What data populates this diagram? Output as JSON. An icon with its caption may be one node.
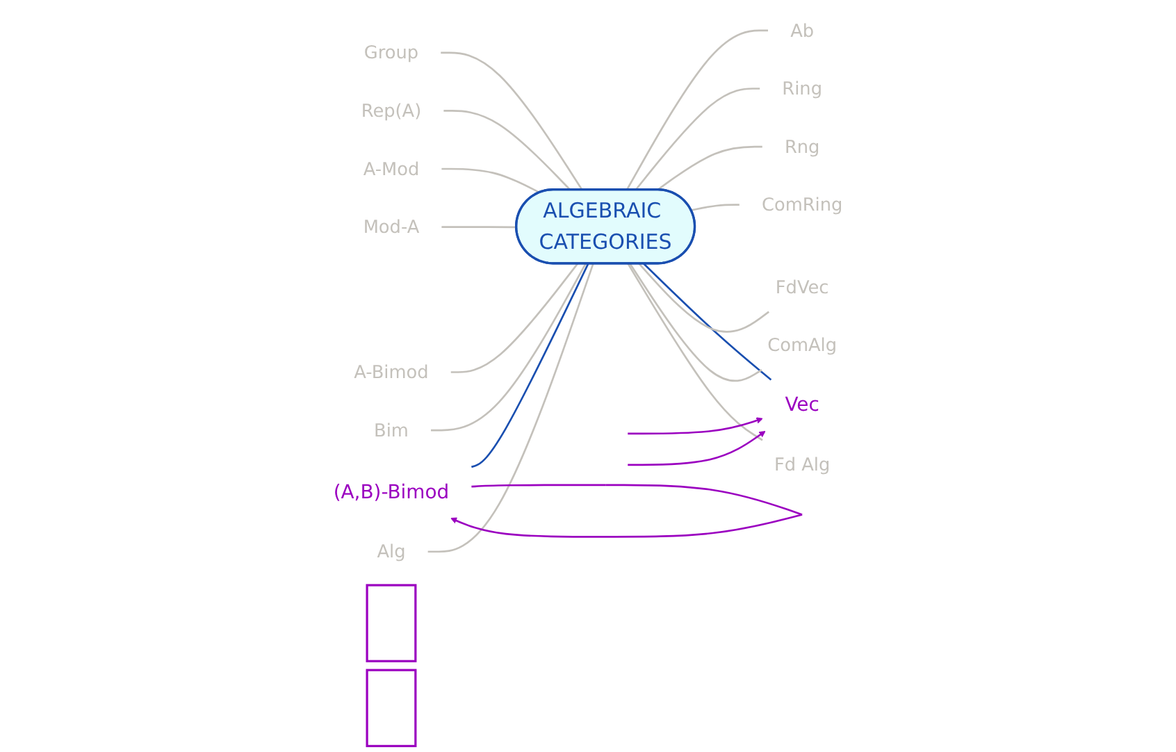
{
  "diagram": {
    "nodes": [
      {
        "text": [
          "ALGEBRAIC CATEGORIES"
        ]
      },
      {
        "text": [
          "Group"
        ]
      },
      {
        "text": [
          "Ab"
        ]
      },
      {
        "text": [
          "Ring"
        ]
      },
      {
        "text": [
          "Rng"
        ]
      },
      {
        "text": [
          "Rep(A)"
        ]
      },
      {
        "text": [
          "ComRing"
        ]
      },
      {
        "text": [
          "A-Mod"
        ]
      },
      {
        "text": [
          "Mod-A"
        ]
      },
      {
        "text": [
          "Vec"
        ]
      },
      {
        "text": [
          "(A,B)-Bimod"
        ]
      },
      {
        "text": [
          "A-Bimod"
        ]
      },
      {
        "text": [
          "FdVec"
        ]
      },
      {
        "text": [
          "Bim"
        ]
      },
      {
        "text": [
          "Alg"
        ]
      },
      {
        "text": [
          "ComAlg"
        ]
      },
      {
        "text": [
          "Fd Alg"
        ]
      },
      {
        "text": [],
        "shape": "box"
      },
      {
        "text": [],
        "shape": "box"
      }
    ],
    "edges": [
      {
        "from": 0,
        "to": 1,
        "arrow": "none"
      },
      {
        "from": 0,
        "to": 2,
        "arrow": "none"
      },
      {
        "from": 0,
        "to": 3,
        "arrow": "none"
      },
      {
        "from": 0,
        "to": 4,
        "arrow": "none"
      },
      {
        "from": 0,
        "to": 5,
        "arrow": "none"
      },
      {
        "from": 0,
        "to": 6,
        "arrow": "none"
      },
      {
        "from": 0,
        "to": 7,
        "arrow": "none"
      },
      {
        "from": 0,
        "to": 8,
        "arrow": "none"
      },
      {
        "from": 0,
        "to": 9,
        "arrow": "none",
        "color": "#1a4fb0"
      },
      {
        "from": 0,
        "to": 10,
        "arrow": "none",
        "color": "#1a4fb0"
      },
      {
        "from": 0,
        "to": 11,
        "arrow": "none"
      },
      {
        "from": 0,
        "to": 12,
        "arrow": "none"
      },
      {
        "from": 0,
        "to": 13,
        "arrow": "none"
      },
      {
        "from": 0,
        "to": 14,
        "arrow": "none"
      },
      {
        "from": 0,
        "to": 15,
        "arrow": "none"
      },
      {
        "from": 0,
        "to": 16,
        "arrow": "none"
      },
      {
        "from": 10,
        "to": 10,
        "arrow": "to",
        "color": "#9b00c0"
      },
      {
        "from": null,
        "to": 9,
        "arrow": "to",
        "color": "#9b00c0"
      },
      {
        "from": null,
        "to": 9,
        "arrow": "to",
        "color": "#9b00c0"
      }
    ]
  }
}
